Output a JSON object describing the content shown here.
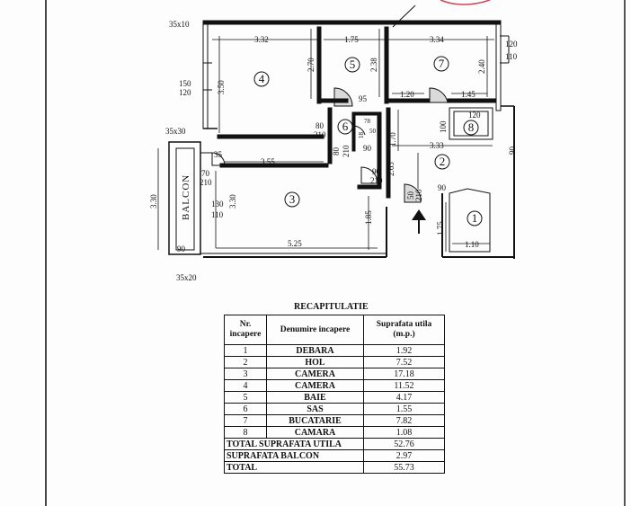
{
  "dimensions": {
    "d35x10": "35x10",
    "d332": "3.32",
    "d175": "1.75",
    "d334": "3.34",
    "d120a": "120",
    "d110a": "110",
    "d270": "2.70",
    "d350": "3.50",
    "d238": "2.38",
    "d240": "2.40",
    "d150": "150",
    "d120b": "120",
    "d95": "95",
    "d120c": "1.20",
    "d145": "1.45",
    "d80": "80",
    "d210a": "210",
    "d78": "78",
    "d18": "18",
    "d50": "50",
    "d100": "100",
    "d120d": "120",
    "d35x30": "35x30",
    "d80b": "80",
    "d210b": "210",
    "d90a": "90",
    "d170": "1.70",
    "d333": "3.33",
    "d90b": "90",
    "d35": "35",
    "d355": "3.55",
    "d265": "2.65",
    "d90c": "90",
    "d210c": "210",
    "d70": "70",
    "d210d": "210",
    "d50b": "50",
    "d210e": "210",
    "d90d": "90",
    "d330a": "3.30",
    "d330b": "3.30",
    "d130": "130",
    "d110b": "110",
    "d185": "1.85",
    "d175b": "1.75",
    "d110c": "1.10",
    "d90e": "90",
    "d525": "5.25",
    "d35x20": "35x20"
  },
  "rooms": {
    "r1": "1",
    "r2": "2",
    "r3": "3",
    "r4": "4",
    "r5": "5",
    "r6": "6",
    "r7": "7",
    "r8": "8"
  },
  "balcony_label": "BALCON",
  "recap": {
    "title": "RECAPITULATIE",
    "headers": {
      "nr": "Nr. incapere",
      "name": "Denumire incapere",
      "area": "Suprafata utila (m.p.)"
    },
    "rows": [
      {
        "nr": "1",
        "name": "DEBARA",
        "area": "1.92"
      },
      {
        "nr": "2",
        "name": "HOL",
        "area": "7.52"
      },
      {
        "nr": "3",
        "name": "CAMERA",
        "area": "17.18"
      },
      {
        "nr": "4",
        "name": "CAMERA",
        "area": "11.52"
      },
      {
        "nr": "5",
        "name": "BAIE",
        "area": "4.17"
      },
      {
        "nr": "6",
        "name": "SAS",
        "area": "1.55"
      },
      {
        "nr": "7",
        "name": "BUCATARIE",
        "area": "7.82"
      },
      {
        "nr": "8",
        "name": "CAMARA",
        "area": "1.08"
      }
    ],
    "totals": [
      {
        "label": "TOTAL SUPRAFATA UTILA",
        "area": "52.76"
      },
      {
        "label": "SUPRAFATA BALCON",
        "area": "2.97"
      },
      {
        "label": "TOTAL",
        "area": "55.73"
      }
    ]
  }
}
